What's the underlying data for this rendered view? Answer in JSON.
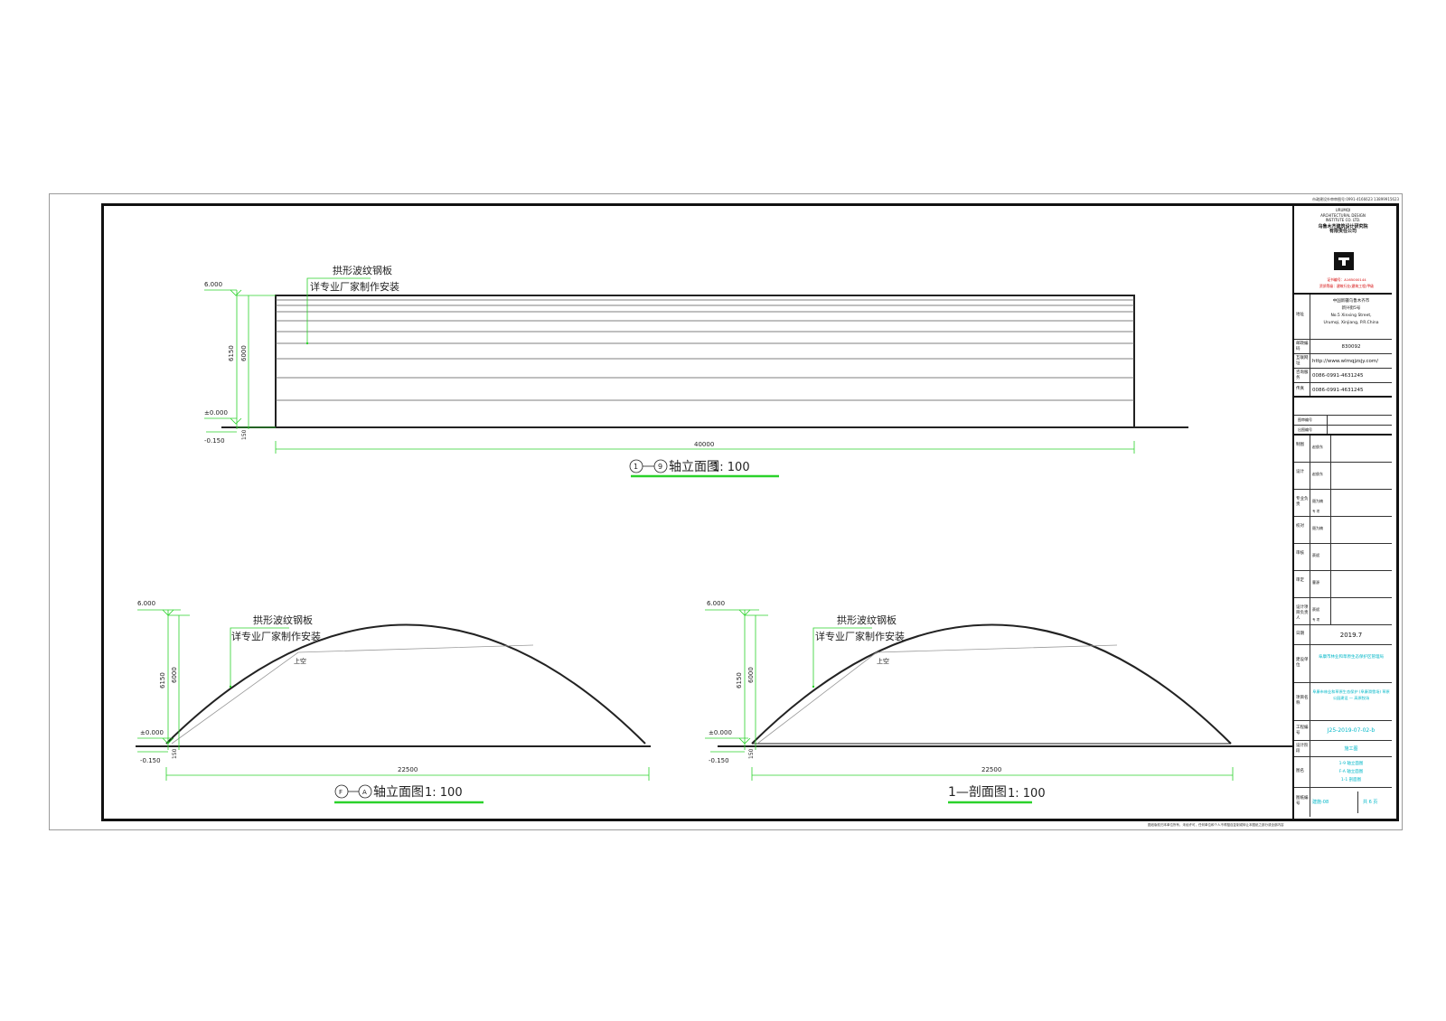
{
  "top_note": "市政建设外审审图号:0991-4166623 13899915623",
  "foot_note": "图纸版权归本单位所有，未经许可，任何单位和个人不得擅自复制或转让本图纸之部分或全部内容",
  "elevation_top": {
    "title_axis_start": "1",
    "title_axis_end": "9",
    "title_text": "轴立面图",
    "title_scale": "1: 100",
    "label_line1": "拱形波纹钢板",
    "label_line2": "详专业厂家制作安装",
    "level_top": "6.000",
    "level_zero": "±0.000",
    "level_bottom": "-0.150",
    "dim_6150": "6150",
    "dim_6000": "6000",
    "dim_150": "150",
    "dim_length": "40000"
  },
  "elevation_left": {
    "title_axis_start": "F",
    "title_axis_end": "A",
    "title_text": "轴立面图",
    "title_scale": "1: 100",
    "label_line1": "拱形波纹钢板",
    "label_line2": "详专业厂家制作安装",
    "inner_label": "上空",
    "level_top": "6.000",
    "level_zero": "±0.000",
    "level_bottom": "-0.150",
    "dim_6150": "6150",
    "dim_6000": "6000",
    "dim_150": "150",
    "dim_span": "22500"
  },
  "section_right": {
    "title_text": "1—剖面图",
    "title_scale": "1: 100",
    "label_line1": "拱形波纹钢板",
    "label_line2": "详专业厂家制作安装",
    "inner_label": "上空",
    "level_top": "6.000",
    "level_zero": "±0.000",
    "level_bottom": "-0.150",
    "dim_6150": "6150",
    "dim_6000": "6000",
    "dim_150": "150",
    "dim_span": "22500"
  },
  "title_block": {
    "institute_en_1": "URUMQI",
    "institute_en_2": "ARCHITECTURAL DESIGN",
    "institute_en_3": "INSTITUTE CO. LTD.",
    "institute_cn_1": "乌鲁木齐建筑设计研究院",
    "institute_cn_2": "有限责任公司",
    "cert_no": "证书编号：A165000144",
    "cert_grade": "资质等级：建筑行业(建筑工程)甲级",
    "address_label": "地址",
    "address_cn_1": "中国新疆乌鲁木齐市",
    "address_cn_2": "新兴街5号",
    "address_en_1": "No.5  Xinxing  Street,",
    "address_en_2": "Urumqi, Xinjiang,  P.R.China",
    "postcode_label": "邮政编码",
    "postcode": "830092",
    "website_label": "互联网址",
    "website": "http://www.wlmqjzsjy.com/",
    "phone_label": "咨询服务",
    "phone": "0086-0991-4631245",
    "fax_label": "传真",
    "fax": "0086-0991-4631245",
    "stamp_label_1": "图审编号",
    "stamp_label_2": "出图编号",
    "rows": [
      {
        "label": "制图",
        "name": "赵俊东"
      },
      {
        "label": "设计",
        "name": "赵俊东"
      },
      {
        "label": "专业负责",
        "name": "聂为楠"
      },
      {
        "label": "校对",
        "name": "聂为楠"
      },
      {
        "label": "审核",
        "name": "蔡斌"
      },
      {
        "label": "审定",
        "name": "曹源"
      },
      {
        "label": "设计项目负责人",
        "name": "蔡斌"
      }
    ],
    "sub_label": "专 项",
    "date_label": "日期",
    "date": "2019.7",
    "client_label": "建设单位",
    "client": "阜康市林业和草原生态保护区管理局",
    "project_label": "项目名称",
    "project": "阜康市林业和草原生态保护 (阜康滑雪场) 草原公园建设 — 高原牧场",
    "project_no_label": "工程编号",
    "project_no": "J25-2019-07-02-b",
    "stage_label": "设计阶段",
    "stage": "施工图",
    "drawing_name_label": "图名",
    "drawing_name_1": "1-9 轴立面图",
    "drawing_name_2": "F-A 轴立面图",
    "drawing_name_3": "1-1 剖面图",
    "drawing_no_label": "图纸编号",
    "drawing_no": "建施-08",
    "sheet": "共 6 页"
  }
}
